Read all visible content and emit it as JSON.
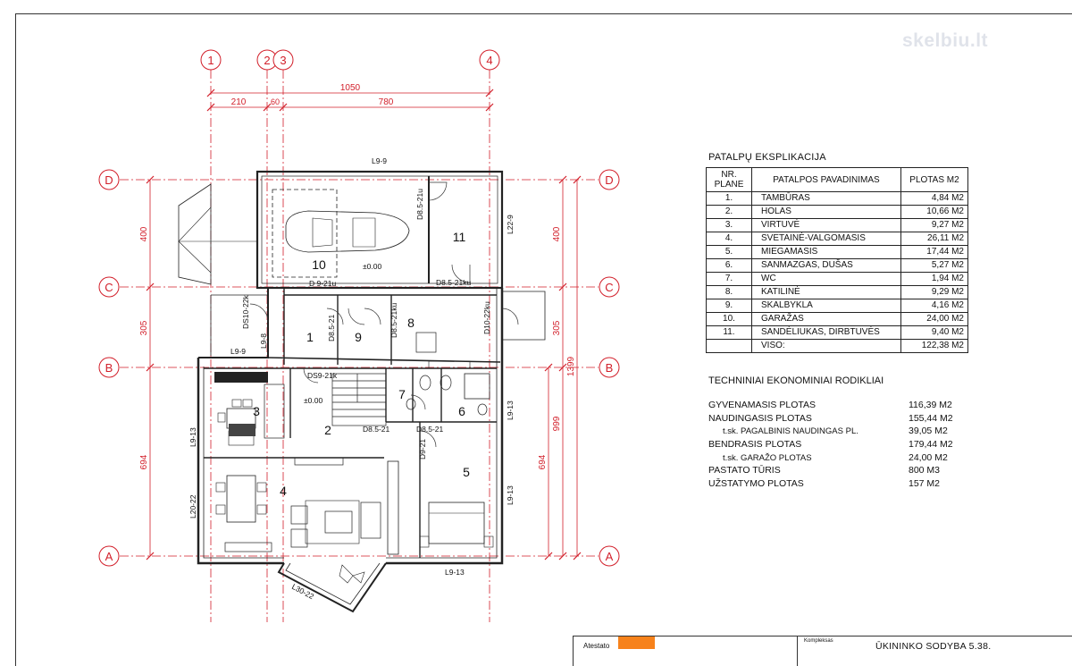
{
  "axes": {
    "vertical": [
      "1",
      "2",
      "3",
      "4"
    ],
    "horizontal": [
      "D",
      "C",
      "B",
      "A"
    ]
  },
  "dimensions": {
    "top_total": "1050",
    "top_parts": [
      "210",
      "60",
      "780"
    ],
    "left": [
      "400",
      "305",
      "694"
    ],
    "right": [
      "400",
      "305",
      "999",
      "694",
      "1399"
    ]
  },
  "rooms_on_plan": [
    "1",
    "2",
    "3",
    "4",
    "5",
    "6",
    "7",
    "8",
    "9",
    "10",
    "11"
  ],
  "plan_labels": {
    "l9_9_top": "L9-9",
    "d85_21u": "D8.5-21u",
    "l22_9": "L22-9",
    "d85_21ku": "D8.5-21ku",
    "d9_21u": "D 9-21u",
    "ds10_22k": "DS10-22k",
    "l9_8": "L9-8",
    "l9_9_b": "L9-9",
    "d85_21": "D8.5-21",
    "d85_21ku_v": "D8.5-21ku",
    "d10_22ku": "D10-22ku",
    "ds9_21k": "DS9-21k",
    "zero_a": "±0.00",
    "zero_b": "±0.00",
    "l9_13_r": "L9-13",
    "l9_13_l": "L9-13",
    "d85_21_a": "D8.5-21",
    "d85_21_b": "D8.5-21",
    "d9_21": "D9-21",
    "l20_22": "L20-22",
    "l9_13_r2": "L9-13",
    "l9_13_bot": "L9-13",
    "l30_22": "L30-22"
  },
  "explication": {
    "title": "PATALPŲ EKSPLIKACIJA",
    "headers": [
      "NR. PLANE",
      "PATALPOS PAVADINIMAS",
      "PLOTAS M2"
    ],
    "rows": [
      {
        "nr": "1.",
        "name": "TAMBŪRAS",
        "area": "4,84 M2"
      },
      {
        "nr": "2.",
        "name": "HOLAS",
        "area": "10,66 M2"
      },
      {
        "nr": "3.",
        "name": "VIRTUVĖ",
        "area": "9,27 M2"
      },
      {
        "nr": "4.",
        "name": "SVETAINĖ-VALGOMASIS",
        "area": "26,11 M2"
      },
      {
        "nr": "5.",
        "name": "MIEGAMASIS",
        "area": "17,44 M2"
      },
      {
        "nr": "6.",
        "name": "SANMAZGAS, DUŠAS",
        "area": "5,27 M2"
      },
      {
        "nr": "7.",
        "name": "WC",
        "area": "1,94 M2"
      },
      {
        "nr": "8.",
        "name": "KATILINĖ",
        "area": "9,29 M2"
      },
      {
        "nr": "9.",
        "name": "SKALBYKLA",
        "area": "4,16 M2"
      },
      {
        "nr": "10.",
        "name": "GARAŽAS",
        "area": "24,00 M2"
      },
      {
        "nr": "11.",
        "name": "SANDĖLIUKAS, DIRBTUVĖS",
        "area": "9,40 M2"
      }
    ],
    "total_label": "VISO:",
    "total_area": "122,38 M2"
  },
  "technical": {
    "title": "TECHNINIAI EKONOMINIAI RODIKLIAI",
    "rows": [
      {
        "label": "GYVENAMASIS PLOTAS",
        "value": "116,39 M2",
        "sub": false
      },
      {
        "label": "NAUDINGASIS PLOTAS",
        "value": "155,44 M2",
        "sub": false
      },
      {
        "label": "t.sk. PAGALBINIS NAUDINGAS PL.",
        "value": "39,05 M2",
        "sub": true
      },
      {
        "label": "BENDRASIS PLOTAS",
        "value": "179,44 M2",
        "sub": false
      },
      {
        "label": "t.sk. GARAŽO PLOTAS",
        "value": "24,00 M2",
        "sub": true
      },
      {
        "label": "PASTATO TŪRIS",
        "value": "800 M3",
        "sub": false
      },
      {
        "label": "UŽSTATYMO PLOTAS",
        "value": "157 M2",
        "sub": false
      }
    ]
  },
  "watermark": "skelbiu.lt",
  "stamp": {
    "atestato": "Atestato",
    "kompleksas": "Kompleksas",
    "project": "ŪKININKO SODYBA 5.38."
  },
  "colors": {
    "axis_red": "#d21f2a",
    "stamp_orange": "#f7821b"
  }
}
